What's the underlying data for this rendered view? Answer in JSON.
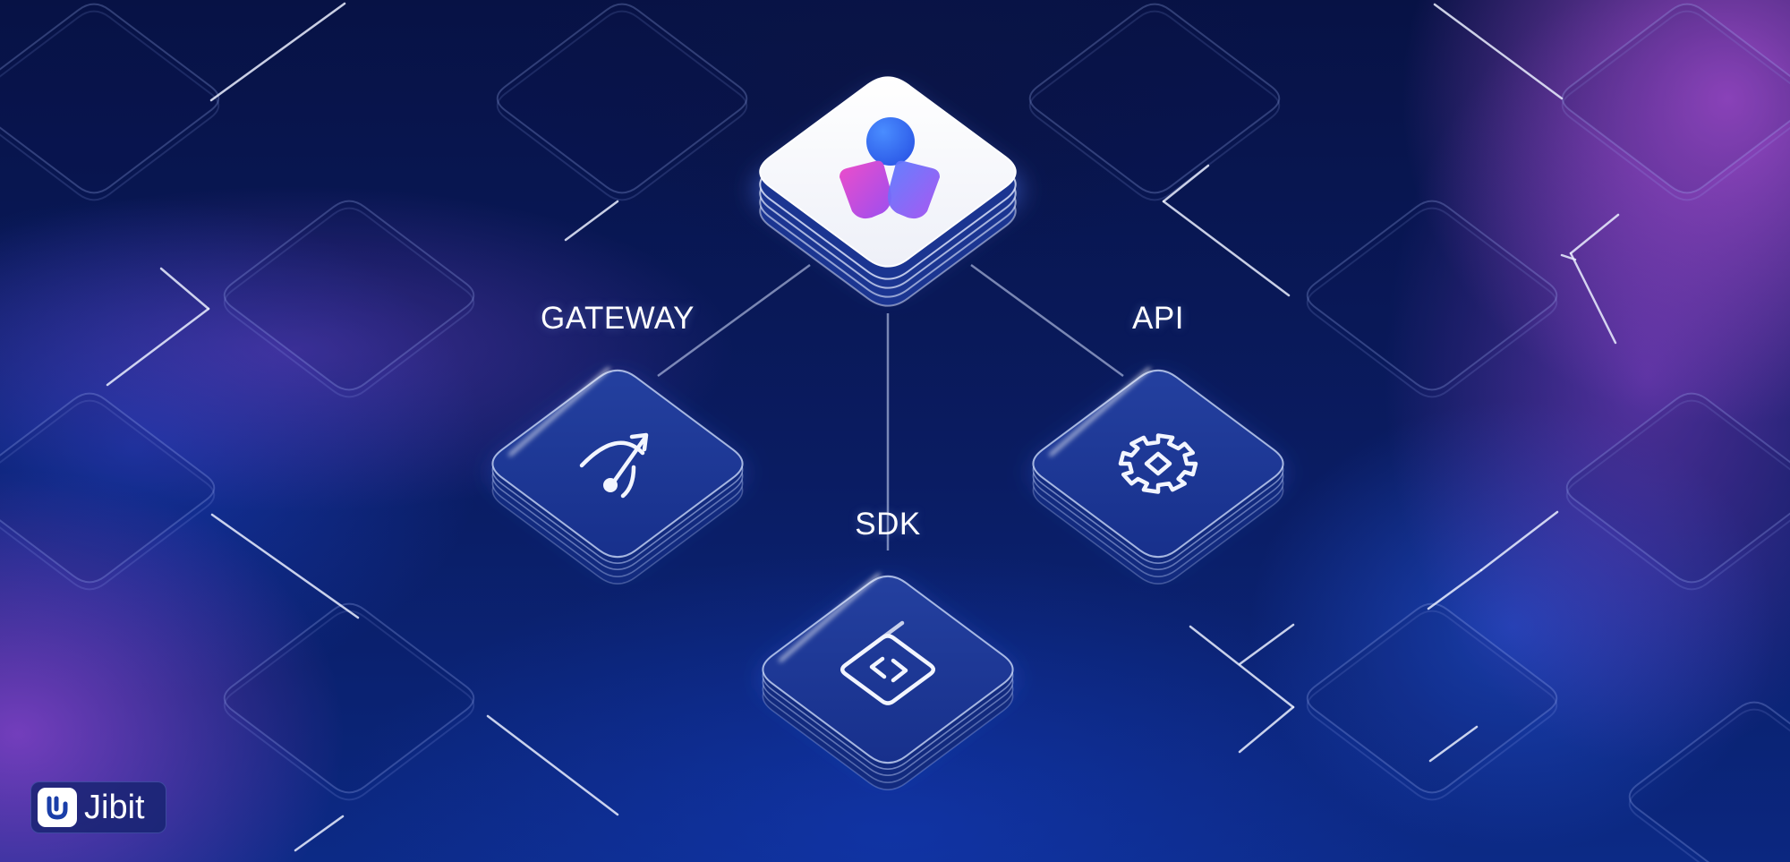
{
  "labels": {
    "gateway": "GATEWAY",
    "api": "API",
    "sdk": "SDK"
  },
  "brand": {
    "name": "Jibit"
  },
  "icons": {
    "top": "user-group-icon",
    "gateway": "gauge-arrow-icon",
    "api": "gear-icon",
    "sdk": "code-window-icon"
  },
  "colors": {
    "background": "#0a1c62",
    "accent_purple": "#a855f7",
    "accent_blue": "#3b82f6",
    "top_tile": "#ffffff",
    "node_tile": "#1a3499"
  }
}
